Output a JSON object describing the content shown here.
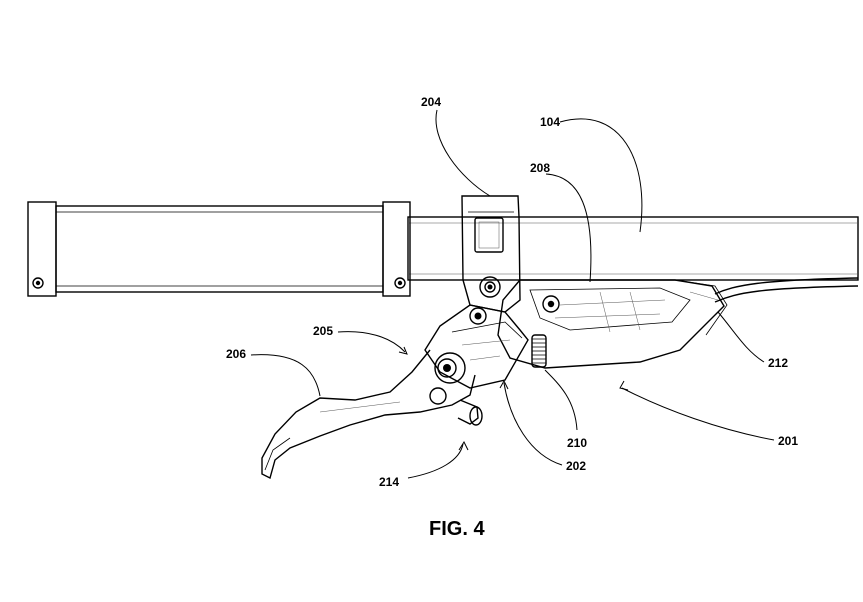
{
  "labels": {
    "r104": "104",
    "r204": "204",
    "r208": "208",
    "r205": "205",
    "r206": "206",
    "r212": "212",
    "r210": "210",
    "r201": "201",
    "r202": "202",
    "r214": "214"
  },
  "caption": "FIG. 4"
}
